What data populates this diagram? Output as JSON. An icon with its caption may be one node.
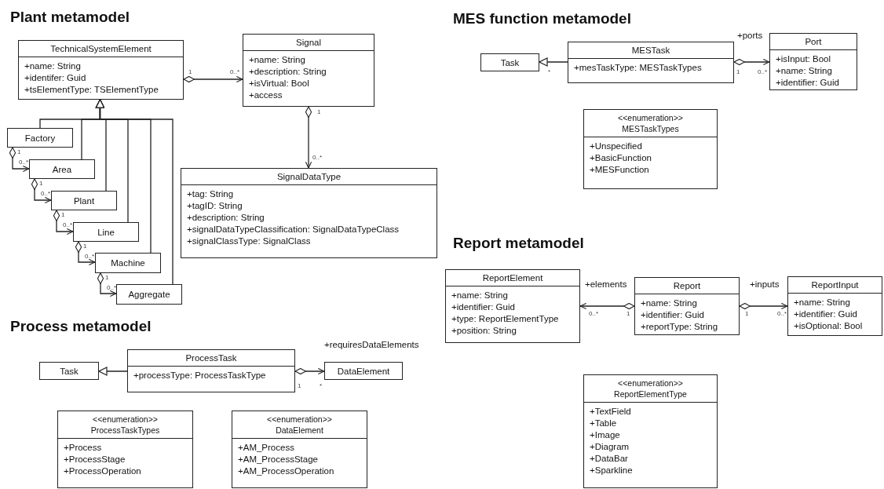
{
  "diagram": {
    "nodes": [
      {
        "text": [
          "TechnicalSystemElement",
          "+name: String",
          "+identifer: Guid",
          "+tsElementType:  TSElementType"
        ]
      },
      {
        "text": [
          "Signal",
          "+name: String",
          "+description: String",
          "+isVirtual: Bool",
          "+access"
        ]
      },
      {
        "text": [
          "Factory"
        ]
      },
      {
        "text": [
          "Area"
        ]
      },
      {
        "text": [
          "Plant"
        ]
      },
      {
        "text": [
          "Line"
        ]
      },
      {
        "text": [
          "Machine"
        ]
      },
      {
        "text": [
          "Aggregate"
        ]
      },
      {
        "text": [
          "SignalDataType",
          "+tag: String",
          "+tagID: String",
          "+description: String",
          "+signalDataTypeClassification: SignalDataTypeClass",
          "+signalClassType: SignalClass"
        ]
      },
      {
        "text": [
          "Task"
        ]
      },
      {
        "text": [
          "ProcessTask",
          "+processType: ProcessTaskType"
        ]
      },
      {
        "text": [
          "DataElement"
        ]
      },
      {
        "text": [
          "<<enumeration>>",
          "ProcessTaskTypes",
          "+Process",
          "+ProcessStage",
          "+ProcessOperation"
        ]
      },
      {
        "text": [
          "<<enumeration>>",
          "DataElement",
          "+AM_Process",
          "+AM_ProcessStage",
          "+AM_ProcessOperation"
        ]
      },
      {
        "text": [
          "Task"
        ]
      },
      {
        "text": [
          "MESTask",
          "+mesTaskType: MESTaskTypes"
        ]
      },
      {
        "text": [
          "Port",
          "+isInput: Bool",
          "+name: String",
          "+identifier: Guid"
        ]
      },
      {
        "text": [
          "<<enumeration>>",
          "MESTaskTypes",
          "+Unspecified",
          "+BasicFunction",
          "+MESFunction"
        ]
      },
      {
        "text": [
          "ReportElement",
          "+name: String",
          "+identifier: Guid",
          "+type: ReportElementType",
          "+position: String"
        ]
      },
      {
        "text": [
          "Report",
          "+name: String",
          "+identifier: Guid",
          "+reportType: String"
        ]
      },
      {
        "text": [
          "ReportInput",
          "+name: String",
          "+identifier: Guid",
          "+isOptional: Bool"
        ]
      },
      {
        "text": [
          "<<enumeration>>",
          "ReportElementType",
          "+TextField",
          "+Table",
          "+Image",
          "+Diagram",
          "+DataBar",
          "+Sparkline"
        ]
      }
    ],
    "edges": [
      {
        "from": 0,
        "to": 1,
        "arrow": "to"
      },
      {
        "from": 1,
        "to": 8,
        "arrow": "to"
      },
      {
        "from": 2,
        "to": 0,
        "arrow": "to"
      },
      {
        "from": 3,
        "to": 0,
        "arrow": "to"
      },
      {
        "from": 4,
        "to": 0,
        "arrow": "to"
      },
      {
        "from": 5,
        "to": 0,
        "arrow": "to"
      },
      {
        "from": 6,
        "to": 0,
        "arrow": "to"
      },
      {
        "from": 7,
        "to": 0,
        "arrow": "to"
      },
      {
        "from": 2,
        "to": 3,
        "arrow": "to"
      },
      {
        "from": 3,
        "to": 4,
        "arrow": "to"
      },
      {
        "from": 4,
        "to": 5,
        "arrow": "to"
      },
      {
        "from": 5,
        "to": 6,
        "arrow": "to"
      },
      {
        "from": 6,
        "to": 7,
        "arrow": "to"
      },
      {
        "from": 10,
        "to": 9,
        "arrow": "to"
      },
      {
        "from": 10,
        "to": 11,
        "arrow": "to",
        "label": "+requiresDataElements"
      },
      {
        "from": 15,
        "to": 14,
        "arrow": "to"
      },
      {
        "from": 15,
        "to": 16,
        "arrow": "to",
        "label": "+ports"
      },
      {
        "from": 19,
        "to": 18,
        "arrow": "to",
        "label": "+elements"
      },
      {
        "from": 19,
        "to": 20,
        "arrow": "to",
        "label": "+inputs"
      }
    ],
    "labels": [
      "Plant metamodel",
      "1",
      "0..*",
      "1",
      "0..*",
      "1",
      "0..*",
      "1",
      "0..*",
      "1",
      "0..*",
      "1",
      "0..*",
      "1",
      "0..*",
      "Process metamodel",
      "1",
      "*",
      "MES function metamodel",
      "*",
      "1",
      "0..*",
      "Report metamodel",
      "0..*",
      "1",
      "1",
      "0..*"
    ]
  }
}
